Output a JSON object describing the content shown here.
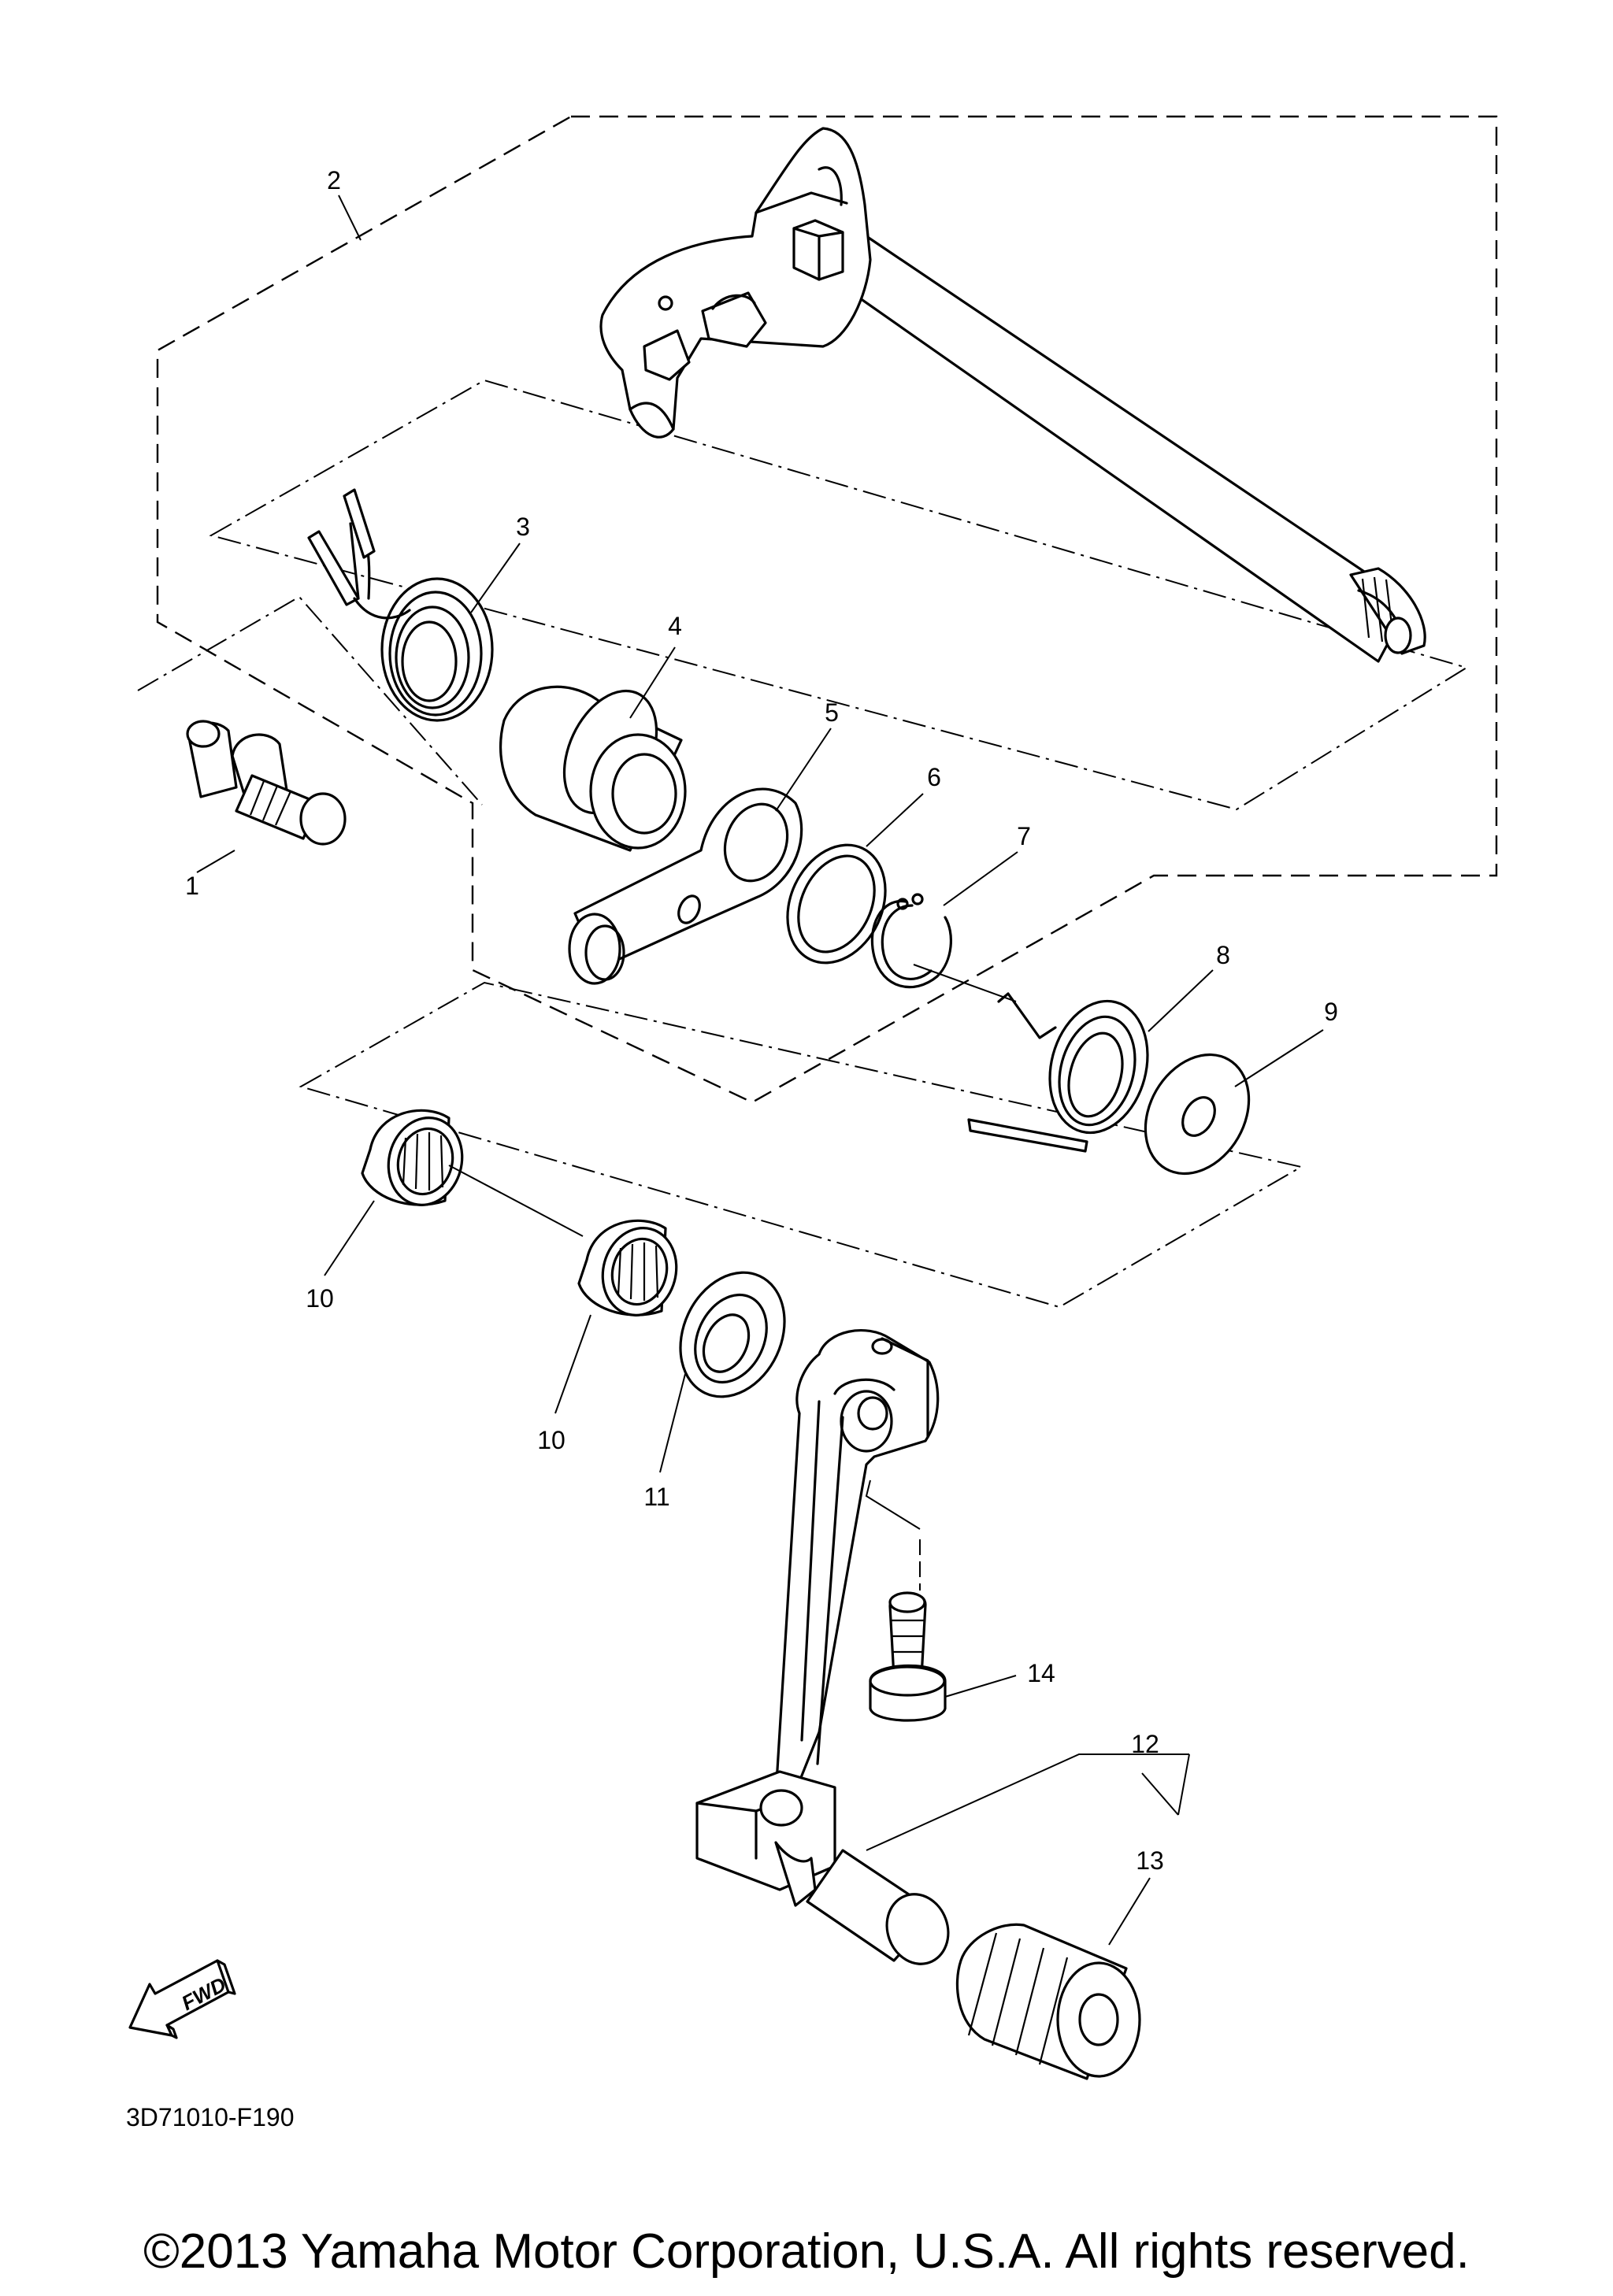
{
  "callouts": {
    "c1": "1",
    "c2": "2",
    "c3": "3",
    "c4": "4",
    "c5": "5",
    "c6": "6",
    "c7": "7",
    "c8": "8",
    "c9": "9",
    "c10a": "10",
    "c10b": "10",
    "c11": "11",
    "c12": "12",
    "c13": "13",
    "c14": "14"
  },
  "fwd_label": "FWD",
  "drawing_code": "3D71010-F190",
  "copyright": "©2013 Yamaha Motor Corporation, U.S.A. All rights reserved."
}
